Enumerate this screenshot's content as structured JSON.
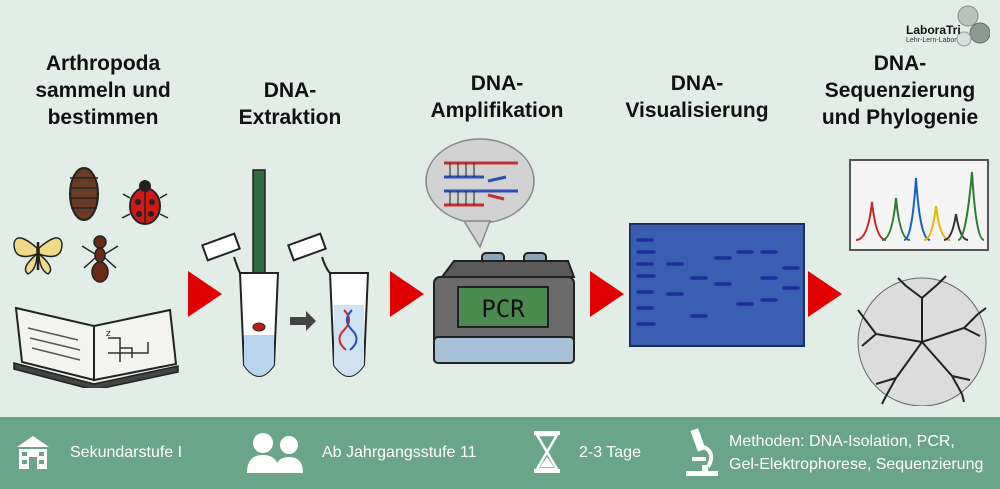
{
  "logo": {
    "name": "LaboraTri",
    "subtitle": "Lehr-Lern-Labor"
  },
  "stages": [
    {
      "lines": [
        "Arthropoda",
        "sammeln und",
        "bestimmen"
      ]
    },
    {
      "lines": [
        "DNA-",
        "Extraktion"
      ]
    },
    {
      "lines": [
        "DNA-",
        "Amplifikation"
      ]
    },
    {
      "lines": [
        "DNA-",
        "Visualisierung"
      ]
    },
    {
      "lines": [
        "DNA-",
        "Sequenzierung",
        "und Phylogenie"
      ]
    }
  ],
  "pcr_label": "PCR",
  "book_label": "z",
  "footer": {
    "school_level": "Sekundarstufe I",
    "grade": "Ab Jahrgangsstufe 11",
    "duration": "2-3 Tage",
    "methods_line1": "Methoden:  DNA-Isolation, PCR,",
    "methods_line2": "Gel-Elektrophorese, Sequenzierung"
  },
  "colors": {
    "background": "#e3ede8",
    "footer": "#6aa58a",
    "arrow": "#e00000",
    "gel": "#3b5fb0",
    "band": "#1e2f9a"
  },
  "icons": [
    "school-icon",
    "students-icon",
    "hourglass-icon",
    "microscope-icon"
  ]
}
